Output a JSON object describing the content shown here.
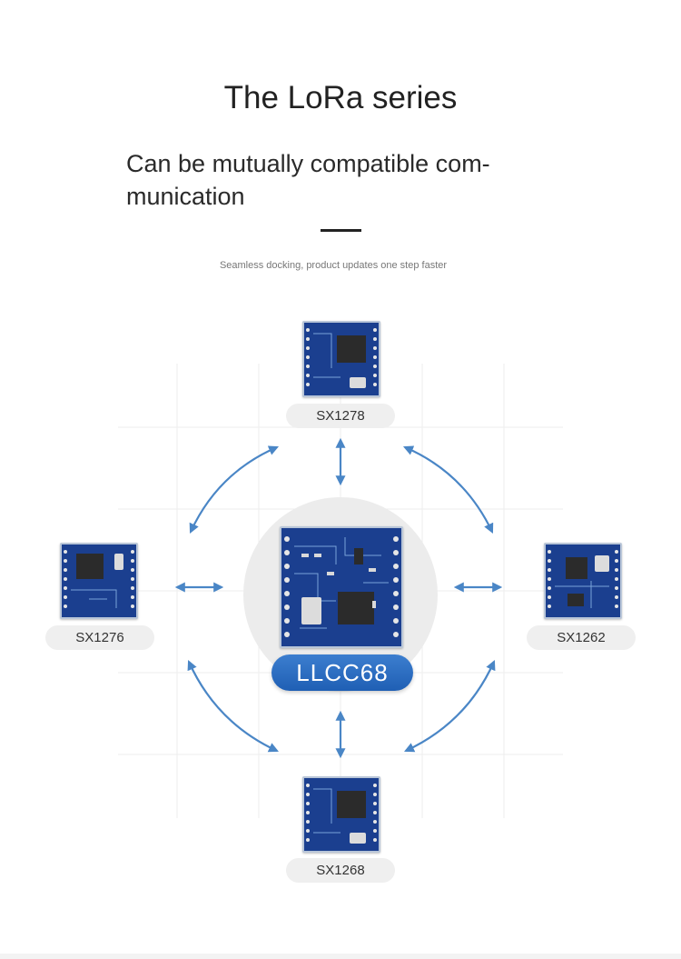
{
  "header": {
    "title": "The LoRa series",
    "subtitle": "Can be mutually compatible com- munication",
    "tagline": "Seamless docking, product updates one step faster"
  },
  "modules": {
    "center": "LLCC68",
    "top": "SX1278",
    "left": "SX1276",
    "right": "SX1262",
    "bottom": "SX1268"
  },
  "colors": {
    "arrow": "#4a86c6",
    "pcb": "#1b3f8f",
    "chip": "#2b2b2b",
    "center_pill": "#2a6cc0"
  },
  "icons": {
    "arrows": "double-headed-arrow-icon",
    "modules": "pcb-module-icon"
  }
}
